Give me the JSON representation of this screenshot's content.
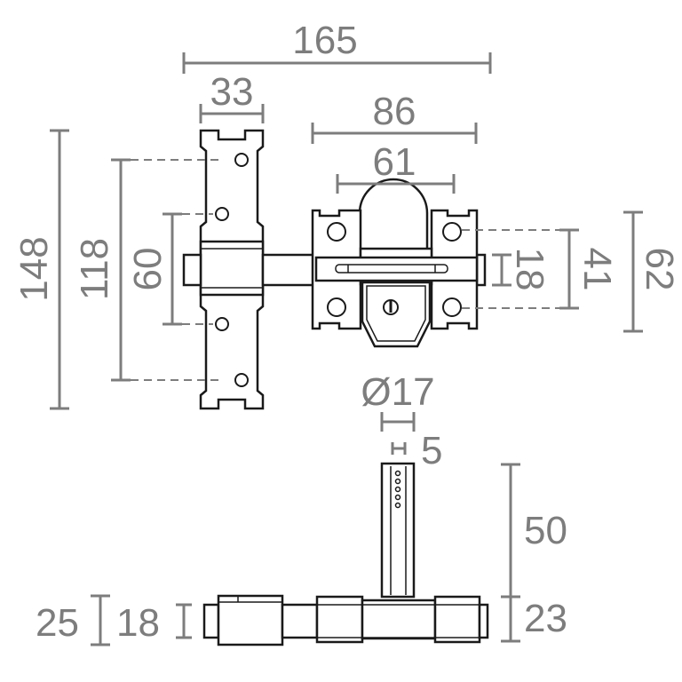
{
  "diagram": {
    "line_color": "#7d7d7d",
    "part_color": "#1a1a1a",
    "background": "#ffffff",
    "dimensions": {
      "total_length": "165",
      "plate_width": "33",
      "housing_width": "86",
      "shackle_width": "61",
      "plate_height": "148",
      "hole_outer_spacing": "118",
      "hole_inner_spacing": "60",
      "bolt_height": "18",
      "housing_hole_spacing": "41",
      "housing_height": "62",
      "cylinder_diameter": "Ø17",
      "key_width": "5",
      "key_length": "50",
      "housing_depth": "23",
      "plate_depth": "25",
      "bolt_depth": "18"
    }
  }
}
